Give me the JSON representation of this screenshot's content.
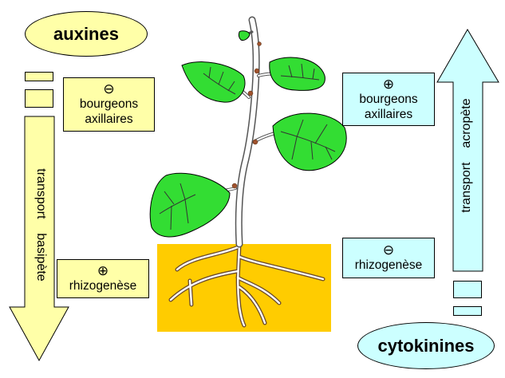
{
  "auxines": {
    "title": "auxines",
    "bourgeons": {
      "symbol": "⊖",
      "line1": "bourgeons",
      "line2": "axillaires"
    },
    "rhizogenese": {
      "symbol": "⊕",
      "label": "rhizogenèse"
    },
    "transport": {
      "word1": "transport",
      "word2": "basipète"
    }
  },
  "cytokinines": {
    "title": "cytokinines",
    "bourgeons": {
      "symbol": "⊕",
      "line1": "bourgeons",
      "line2": "axillaires"
    },
    "rhizogenese": {
      "symbol": "⊖",
      "label": "rhizogenèse"
    },
    "transport": {
      "word1": "transport",
      "word2": "acropète"
    }
  },
  "colors": {
    "auxin_fill": "#ffffa8",
    "cytokinin_fill": "#ccffff",
    "leaf_green": "#33dd33",
    "soil": "#ffcc00"
  }
}
